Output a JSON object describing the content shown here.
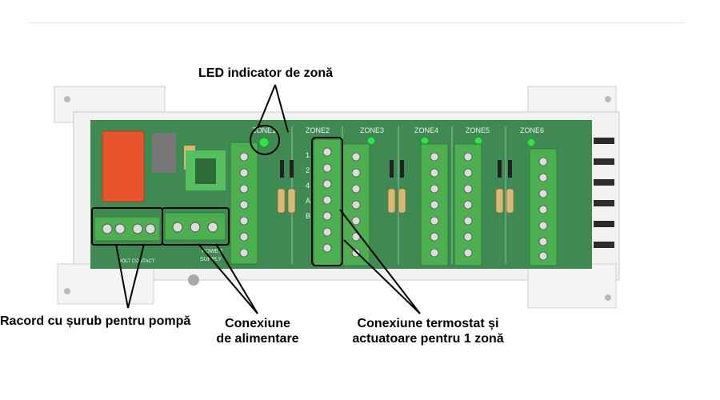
{
  "diagram": {
    "callouts": {
      "led": "LED indicator de zonă",
      "pump": "Racord cu șurub pentru pompă",
      "power_line1": "Conexiune",
      "power_line2": "de alimentare",
      "zone_line1": "Conexiune termostat și",
      "zone_line2": "actuatoare pentru 1 zonă"
    },
    "board": {
      "zones": [
        "ZONE1",
        "ZONE2",
        "ZONE3",
        "ZONE4",
        "ZONE5",
        "ZONE6"
      ],
      "pin_labels": [
        "1",
        "2",
        "4",
        "A",
        "B"
      ],
      "pump_label": "VOLT CONTACT",
      "power_label_1": "POWER",
      "power_label_2": "SUPPLY"
    },
    "colors": {
      "pcb": "#3f8a52",
      "terminal": "#4caf50",
      "relay": "#e8542c",
      "led": "#35e04a",
      "housing": "#f2f2f2"
    }
  }
}
